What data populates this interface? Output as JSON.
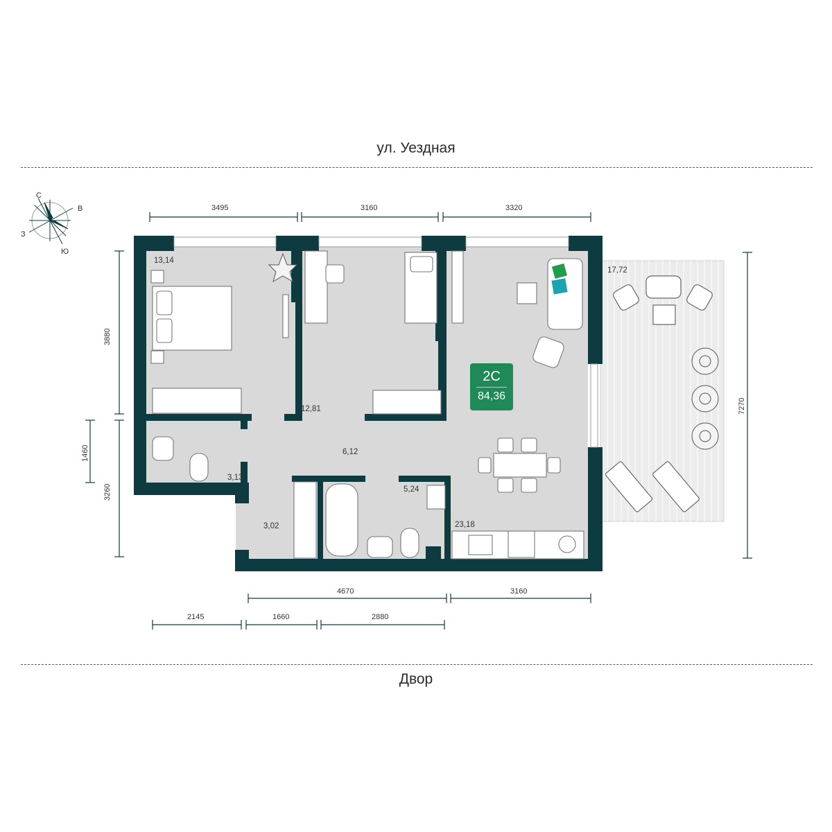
{
  "streets": {
    "top": "ул. Уездная",
    "bottom": "Двор"
  },
  "compass": {
    "n": "С",
    "e": "В",
    "s": "Ю",
    "w": "З"
  },
  "apartment": {
    "type": "2С",
    "total_area": "84,36"
  },
  "dimensions": {
    "top": [
      "3495",
      "3160",
      "3320"
    ],
    "left": [
      "3880",
      "1460",
      "3260"
    ],
    "right": [
      "7270"
    ],
    "bottom_row1": [
      "4670",
      "3160"
    ],
    "bottom_row2": [
      "2145",
      "1660",
      "2880"
    ]
  },
  "rooms": {
    "bedroom1": "13,14",
    "bedroom2": "12,81",
    "living": "23,18",
    "terrace": "17,72",
    "bath_small": "3,13",
    "corridor": "6,12",
    "hall": "3,02",
    "bath": "5,24"
  },
  "colors": {
    "wall": "#0d3b40",
    "floor": "#d9d9d9",
    "badge": "#1f8a57",
    "accent_green": "#1f9e4a",
    "accent_teal": "#1aa3b0"
  }
}
